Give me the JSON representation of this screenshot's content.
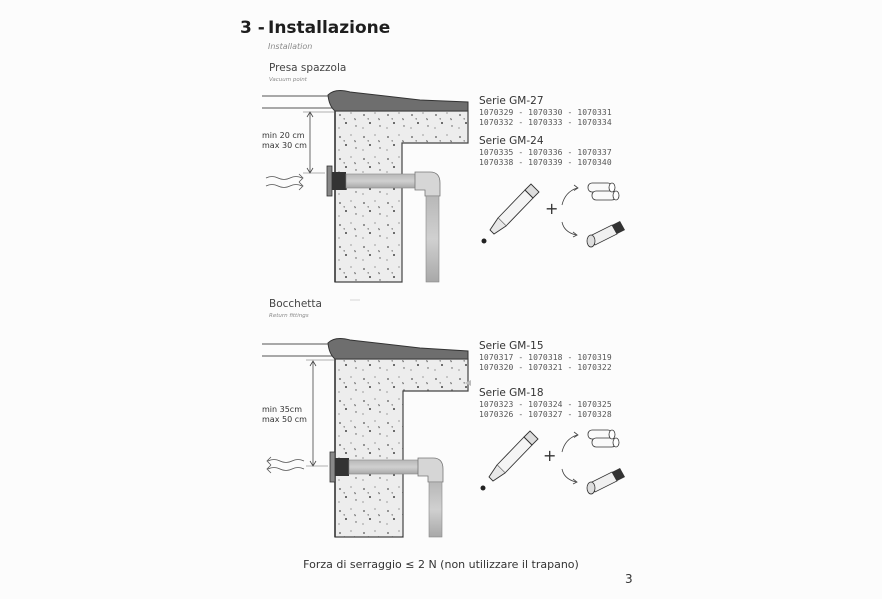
{
  "section": {
    "number": "3 -",
    "title": "Installazione",
    "subtitle": "Installation"
  },
  "upper": {
    "title": "Presa spazzola",
    "subtitle": "Vacuum point",
    "dim_min": "min 20 cm",
    "dim_max": "max 30 cm",
    "series": [
      {
        "name": "Serie GM-27",
        "codes_1": "1070329 - 1070330 - 1070331",
        "codes_2": "1070332 - 1070333 - 1070334"
      },
      {
        "name": "Serie GM-24",
        "codes_1": "1070335 - 1070336 - 1070337",
        "codes_2": "1070338 - 1070339 - 1070340"
      }
    ]
  },
  "lower": {
    "title": "Bocchetta",
    "subtitle": "Return fittings",
    "dim_min": "min 35cm",
    "dim_max": "max 50 cm",
    "series": [
      {
        "name": "Serie GM-15",
        "codes_1": "1070317 - 1070318 - 1070319",
        "codes_2": "1070320 - 1070321 - 1070322"
      },
      {
        "name": "Serie GM-18",
        "codes_1": "1070323 - 1070324 - 1070325",
        "codes_2": "1070326 - 1070327 - 1070328"
      }
    ]
  },
  "footer": "Forza di serraggio ≤ 2 N (non utilizzare il trapano)",
  "page_number": "3"
}
